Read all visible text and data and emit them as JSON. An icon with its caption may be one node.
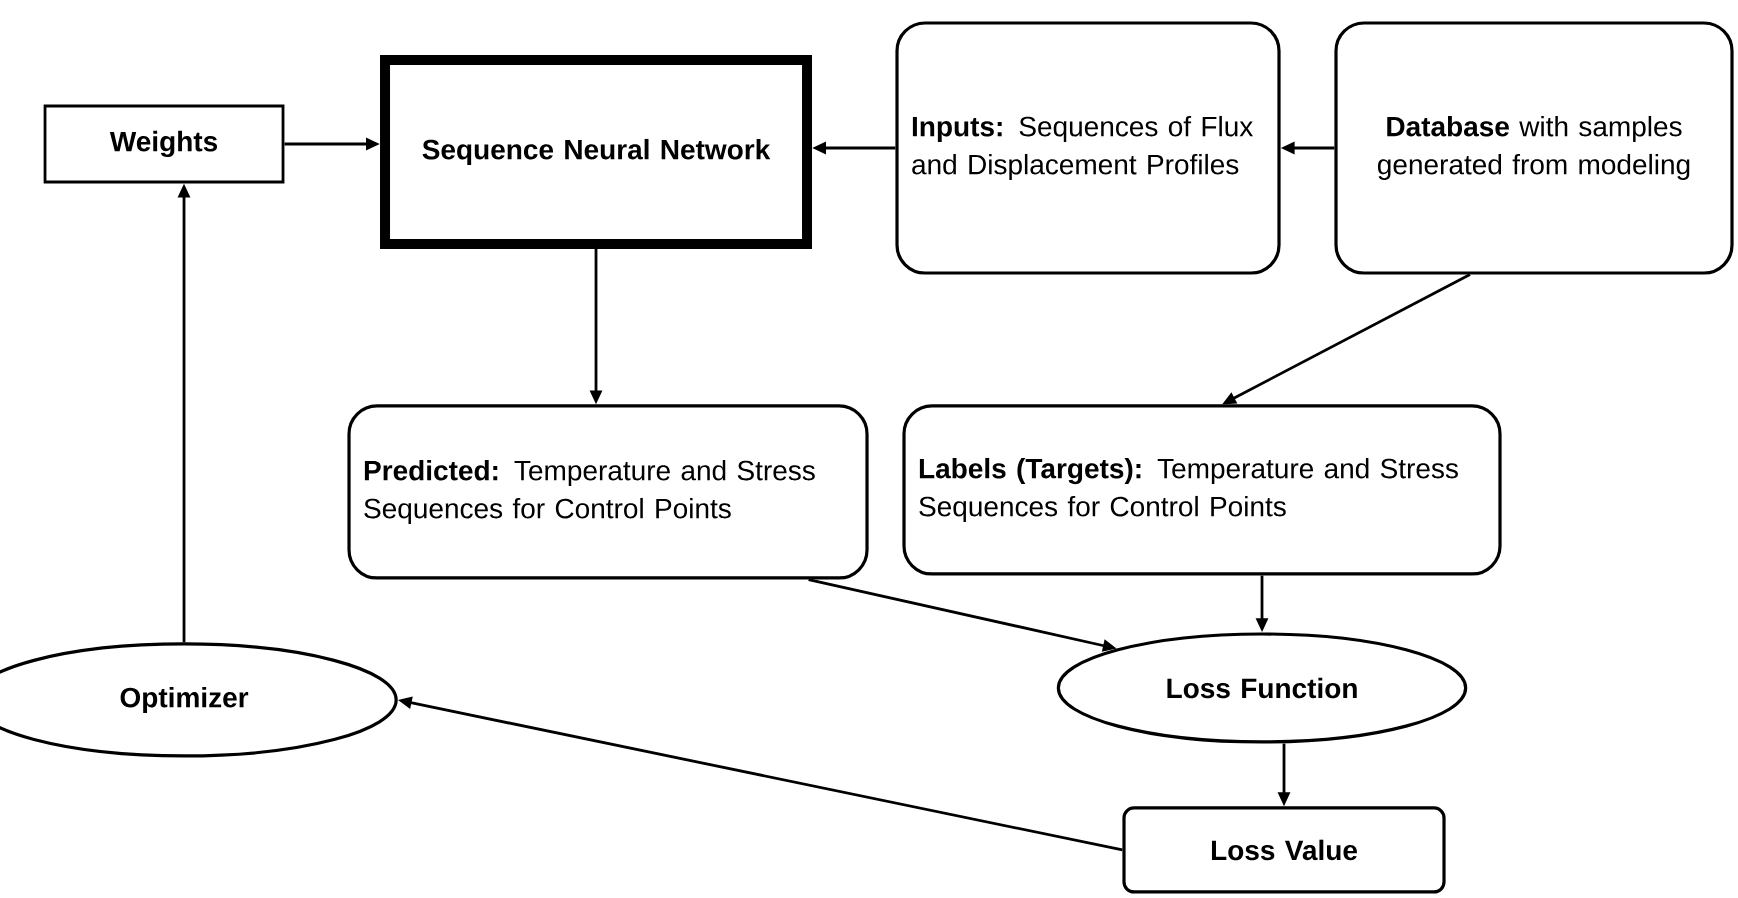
{
  "diagram": {
    "nodes": [
      {
        "text": [
          "Weights"
        ]
      },
      {
        "text": [
          "Sequence Neural Network"
        ]
      },
      {
        "text": [
          "**Inputs:** Sequences of Flux and Displacement Profiles"
        ]
      },
      {
        "text": [
          "**Database** with samples generated from modeling"
        ]
      },
      {
        "text": [
          "**Predicted:** Temperature and Stress Sequences for Control Points"
        ]
      },
      {
        "text": [
          "**Labels (Targets):** Temperature and Stress Sequences for Control Points"
        ]
      },
      {
        "text": [
          "Loss Function"
        ]
      },
      {
        "text": [
          "Optimizer"
        ]
      },
      {
        "text": [
          "Loss Value"
        ]
      }
    ],
    "edges": [
      {
        "from": 0,
        "to": 1,
        "arrow": "to"
      },
      {
        "from": 2,
        "to": 1,
        "arrow": "to"
      },
      {
        "from": 3,
        "to": 2,
        "arrow": "to"
      },
      {
        "from": 1,
        "to": 4,
        "arrow": "to"
      },
      {
        "from": 3,
        "to": 5,
        "arrow": "to"
      },
      {
        "from": 4,
        "to": 6,
        "arrow": "to"
      },
      {
        "from": 5,
        "to": 6,
        "arrow": "to"
      },
      {
        "from": 6,
        "to": 8,
        "arrow": "to"
      },
      {
        "from": 8,
        "to": 7,
        "arrow": "to"
      },
      {
        "from": 7,
        "to": 0,
        "arrow": "to"
      }
    ]
  }
}
